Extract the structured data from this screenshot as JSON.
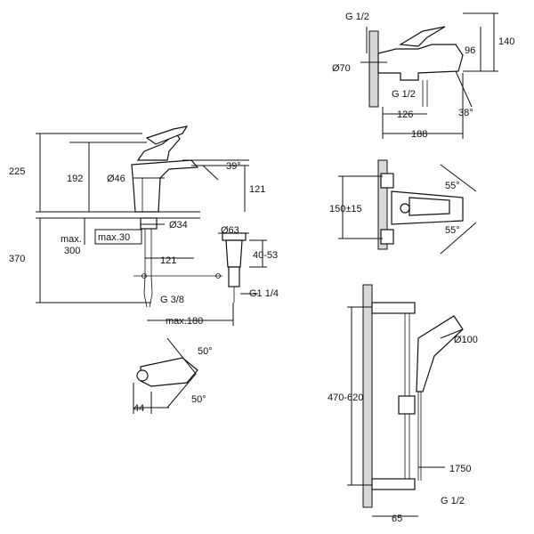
{
  "basin_mixer": {
    "height_total": "225",
    "height_spout": "192",
    "diameter_base": "Ø46",
    "spout_angle": "39°",
    "height_below": "121",
    "diameter_shank": "Ø34",
    "max_thickness_label": "max.",
    "max_thickness_value": "300",
    "max_30": "max.30",
    "length_below": "370",
    "reach_121": "121",
    "diameter_waste": "Ø63",
    "waste_range": "40-53",
    "thread_g38": "G 3/8",
    "thread_g114": "G1 1/4",
    "max_180": "max.180"
  },
  "basin_top": {
    "angle_top": "50°",
    "angle_bottom": "50°",
    "width_44": "44"
  },
  "bath_mixer": {
    "thread_top": "G 1/2",
    "thread_bottom": "G 1/2",
    "height_140": "140",
    "height_96": "96",
    "diameter_70": "Ø70",
    "width_126": "126",
    "width_188": "188",
    "angle_38": "38°"
  },
  "bath_front": {
    "centers": "150±15",
    "angle_top": "55°",
    "angle_bottom": "55°"
  },
  "shower_rail": {
    "height_range": "470-620",
    "diameter_head": "Ø100",
    "hose_length": "1750",
    "wall_offset": "65",
    "thread": "G 1/2"
  }
}
